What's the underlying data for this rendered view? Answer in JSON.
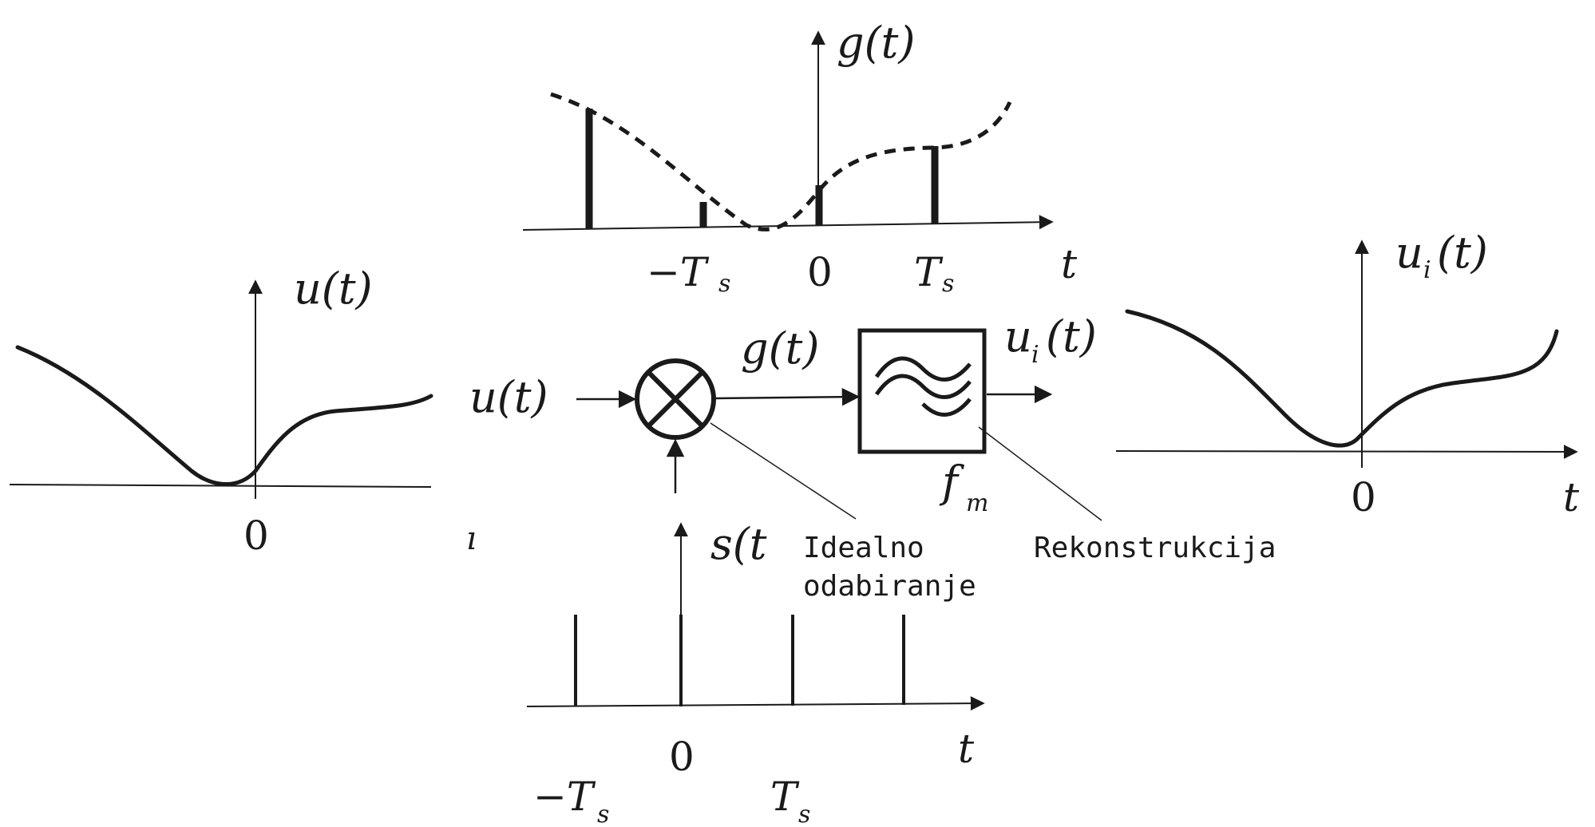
{
  "plots": {
    "g": {
      "label": "g(t)",
      "ticks": [
        "−T",
        "s",
        "0",
        "T",
        "s"
      ],
      "t_label": "t"
    },
    "u": {
      "label": "u(t)",
      "tick_zero": "0"
    },
    "ui": {
      "label": "u",
      "label_sub": "i",
      "label_tail": "(t)",
      "tick_zero": "0",
      "t_label": "t"
    },
    "s": {
      "label": "s(t",
      "tick_neg": "−T",
      "tick_neg_sub": "s",
      "tick_zero": "0",
      "tick_pos": "T",
      "tick_pos_sub": "s",
      "t_label": "t"
    }
  },
  "block_diagram": {
    "input_label": "u(t)",
    "mid_label": "g(t)",
    "output_label": "u",
    "output_sub": "i",
    "output_tail": "(t)",
    "cutoff_label": "f",
    "cutoff_sub": "m",
    "sampler_note_line1": "Idealno",
    "sampler_note_line2": "odabiranje",
    "filter_note": "Rekonstrukcija",
    "stray_glyph": "ı"
  }
}
